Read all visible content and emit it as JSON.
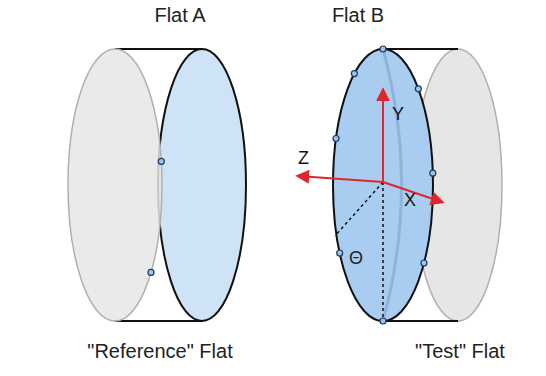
{
  "diagram": {
    "nodes": [
      {
        "text": [
          "Flat A",
          "\"Reference\" Flat"
        ]
      },
      {
        "text": [
          "Flat B",
          "\"Test\" Flat"
        ]
      }
    ],
    "labels": [
      "Y",
      "Z",
      "X",
      "Θ"
    ]
  }
}
